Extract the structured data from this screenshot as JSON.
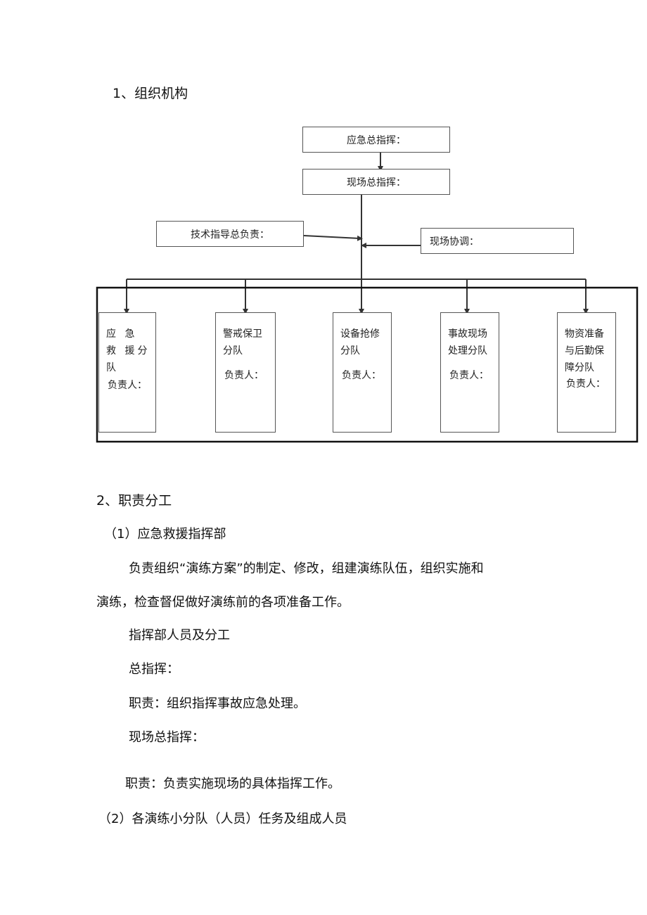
{
  "section1": {
    "heading": "1、组织机构"
  },
  "org_chart": {
    "top": "应急总指挥：",
    "site": "现场总指挥：",
    "tech": "技术指导总负责：",
    "coord": "现场协调：",
    "units": [
      {
        "name": "应 急 救 援分队",
        "lead": "负责人："
      },
      {
        "name": "警戒保卫分队",
        "lead": "负责人："
      },
      {
        "name": "设备抢修分队",
        "lead": "负责人："
      },
      {
        "name": "事故现场处理分队",
        "lead": "负责人："
      },
      {
        "name": "物资准备与后勤保障分队",
        "lead": "负责人："
      }
    ]
  },
  "section2": {
    "heading": "2、职责分工",
    "sub1": "（1）应急救援指挥部",
    "para_line1": "负责组织“演练方案”的制定、修改，组建演练队伍，组织实施和",
    "para_line2": "演练，检查督促做好演练前的各项准备工作。",
    "staff": "指挥部人员及分工",
    "chief": "总指挥：",
    "chief_duty": "职责：组织指挥事故应急处理。",
    "site_chief": "现场总指挥：",
    "site_duty": "职责：负责实施现场的具体指挥工作。",
    "sub2": "（2）各演练小分队（人员）任务及组成人员"
  }
}
